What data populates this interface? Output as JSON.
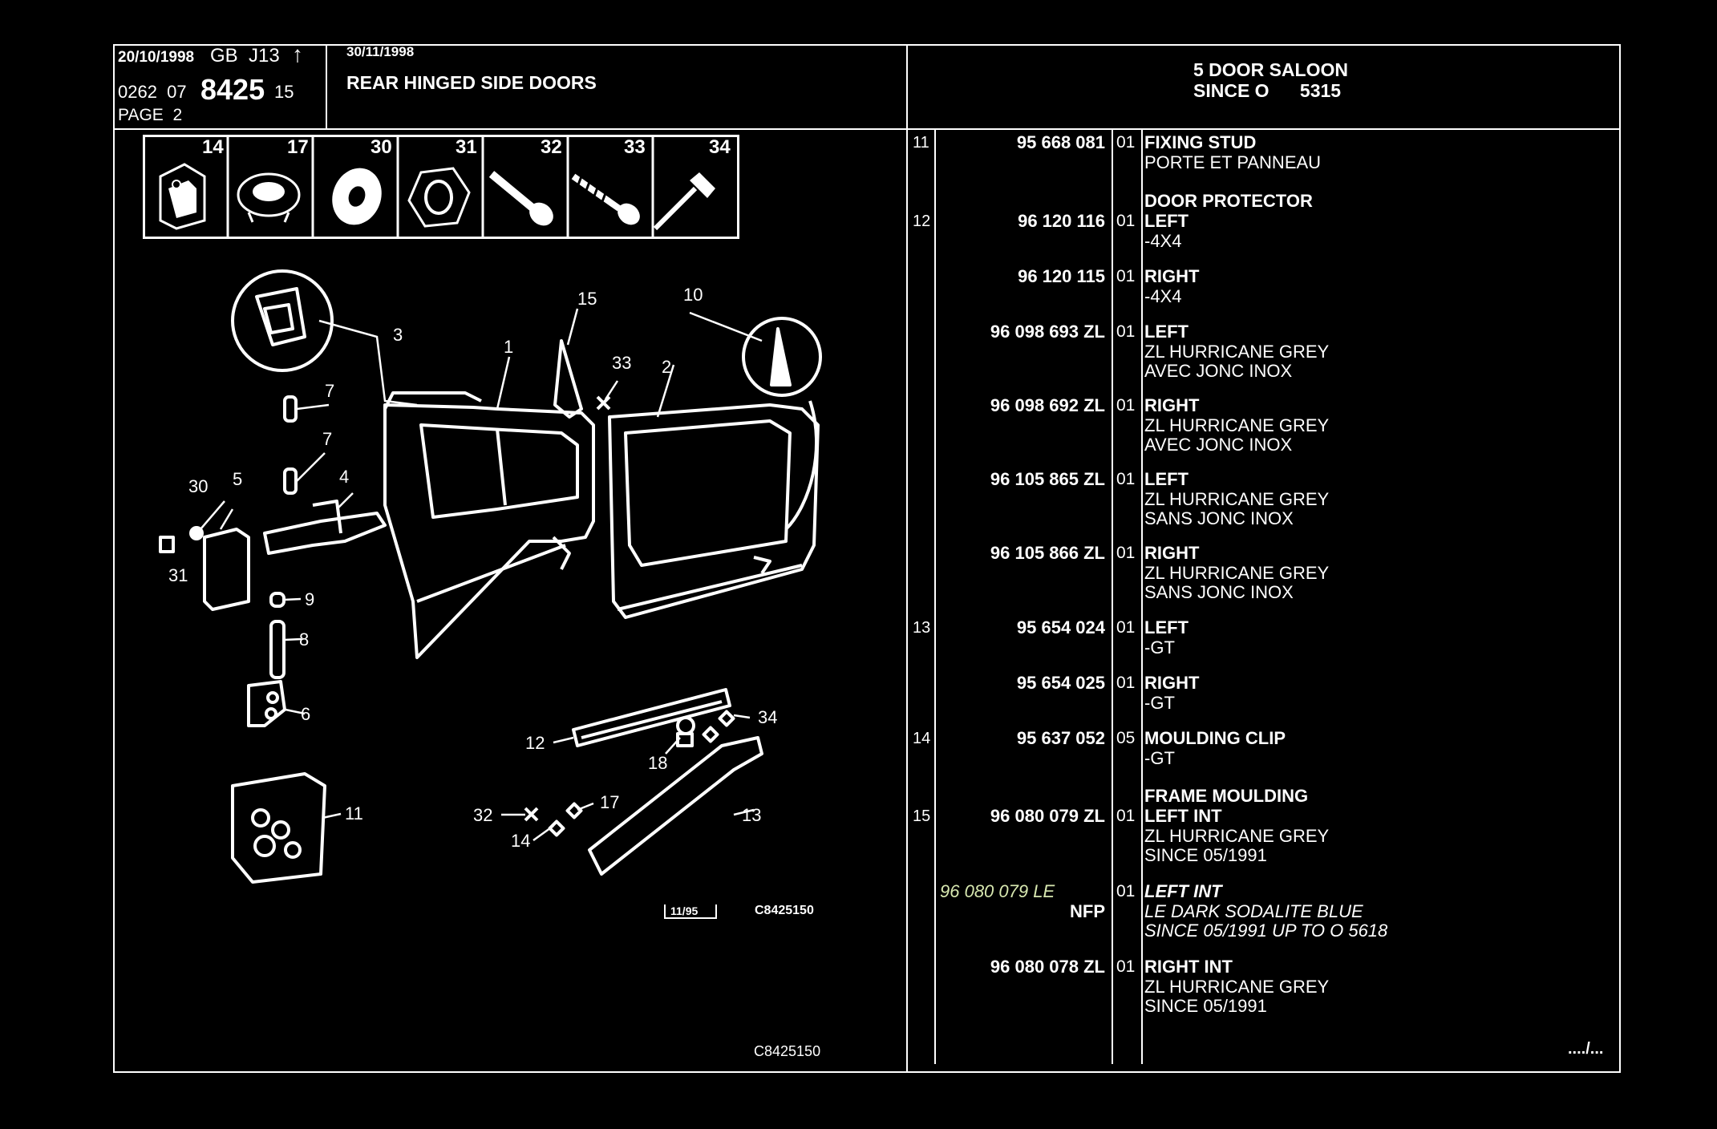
{
  "header": {
    "date_left": "20/10/1998",
    "gb_code": "GB  J13",
    "arrow": "↑",
    "ref_a": "0262  07",
    "ref_main": "8425",
    "ref_b": "15",
    "page": "PAGE  2",
    "date_mid": "30/11/1998",
    "section_title": "REAR HINGED SIDE DOORS",
    "model_line1": "5 DOOR SALOON",
    "model_line2": "SINCE O      5315"
  },
  "thumbnails": [
    {
      "num": "14",
      "icon": "bracket-icon"
    },
    {
      "num": "17",
      "icon": "clip-icon"
    },
    {
      "num": "30",
      "icon": "washer-icon"
    },
    {
      "num": "31",
      "icon": "nut-icon"
    },
    {
      "num": "32",
      "icon": "bolt-icon"
    },
    {
      "num": "33",
      "icon": "screw-icon"
    },
    {
      "num": "34",
      "icon": "rivet-icon"
    }
  ],
  "diagram": {
    "callouts": [
      "3",
      "1",
      "2",
      "15",
      "10",
      "33",
      "7",
      "7",
      "30",
      "5",
      "4",
      "31",
      "9",
      "8",
      "6",
      "11",
      "12",
      "34",
      "18",
      "13",
      "32",
      "17",
      "14"
    ],
    "stamp": "11/95",
    "code_small": "C8425150",
    "code_bottom": "C8425150"
  },
  "rows": [
    {
      "ref": "11",
      "pn": "95 668 081",
      "qty": "01",
      "lines": [
        {
          "text": "FIXING STUD",
          "bold": true
        },
        {
          "text": "PORTE ET PANNEAU",
          "bold": false
        }
      ]
    },
    {
      "ref": "",
      "pn": "",
      "qty": "",
      "lines": [
        {
          "text": "DOOR PROTECTOR",
          "bold": true
        }
      ]
    },
    {
      "ref": "12",
      "pn": "96 120 116",
      "qty": "01",
      "lines": [
        {
          "text": "LEFT",
          "bold": true
        },
        {
          "text": "-4X4",
          "bold": false
        }
      ]
    },
    {
      "ref": "",
      "pn": "96 120 115",
      "qty": "01",
      "lines": [
        {
          "text": "RIGHT",
          "bold": true
        },
        {
          "text": "-4X4",
          "bold": false
        }
      ]
    },
    {
      "ref": "",
      "pn": "96 098 693 ZL",
      "qty": "01",
      "lines": [
        {
          "text": "LEFT",
          "bold": true
        },
        {
          "text": "ZL HURRICANE GREY",
          "bold": false
        },
        {
          "text": "AVEC JONC INOX",
          "bold": false
        }
      ]
    },
    {
      "ref": "",
      "pn": "96 098 692 ZL",
      "qty": "01",
      "lines": [
        {
          "text": "RIGHT",
          "bold": true
        },
        {
          "text": "ZL HURRICANE GREY",
          "bold": false
        },
        {
          "text": "AVEC JONC INOX",
          "bold": false
        }
      ]
    },
    {
      "ref": "",
      "pn": "96 105 865 ZL",
      "qty": "01",
      "lines": [
        {
          "text": "LEFT",
          "bold": true
        },
        {
          "text": "ZL HURRICANE GREY",
          "bold": false
        },
        {
          "text": "SANS JONC INOX",
          "bold": false
        }
      ]
    },
    {
      "ref": "",
      "pn": "96 105 866 ZL",
      "qty": "01",
      "lines": [
        {
          "text": "RIGHT",
          "bold": true
        },
        {
          "text": "ZL HURRICANE GREY",
          "bold": false
        },
        {
          "text": "SANS JONC INOX",
          "bold": false
        }
      ]
    },
    {
      "ref": "13",
      "pn": "95 654 024",
      "qty": "01",
      "lines": [
        {
          "text": "LEFT",
          "bold": true
        },
        {
          "text": "-GT",
          "bold": false
        }
      ]
    },
    {
      "ref": "",
      "pn": "95 654 025",
      "qty": "01",
      "lines": [
        {
          "text": "RIGHT",
          "bold": true
        },
        {
          "text": "-GT",
          "bold": false
        }
      ]
    },
    {
      "ref": "14",
      "pn": "95 637 052",
      "qty": "05",
      "lines": [
        {
          "text": "MOULDING CLIP",
          "bold": true
        },
        {
          "text": "-GT",
          "bold": false
        }
      ]
    },
    {
      "ref": "",
      "pn": "",
      "qty": "",
      "lines": [
        {
          "text": "FRAME MOULDING",
          "bold": true
        }
      ]
    },
    {
      "ref": "15",
      "pn": "96 080 079 ZL",
      "qty": "01",
      "lines": [
        {
          "text": "LEFT INT",
          "bold": true
        },
        {
          "text": "ZL HURRICANE GREY",
          "bold": false
        },
        {
          "text": "SINCE 05/1991",
          "bold": false
        }
      ]
    },
    {
      "ref": "",
      "pn": "96 080 079 LE",
      "pn2": "NFP",
      "qty": "01",
      "lines": [
        {
          "text": "LEFT INT",
          "bold": true
        },
        {
          "text": "LE DARK SODALITE BLUE",
          "bold": false
        },
        {
          "text": "SINCE 05/1991 UP TO O 5618",
          "bold": false
        }
      ]
    },
    {
      "ref": "",
      "pn": "96 080 078 ZL",
      "qty": "01",
      "lines": [
        {
          "text": "RIGHT INT",
          "bold": true
        },
        {
          "text": "ZL HURRICANE GREY",
          "bold": false
        },
        {
          "text": "SINCE 05/1991",
          "bold": false
        }
      ]
    }
  ],
  "continuation": "..../...",
  "colors": {
    "background": "#000000",
    "foreground": "#ffffff",
    "highlight": "#b8d86a"
  }
}
